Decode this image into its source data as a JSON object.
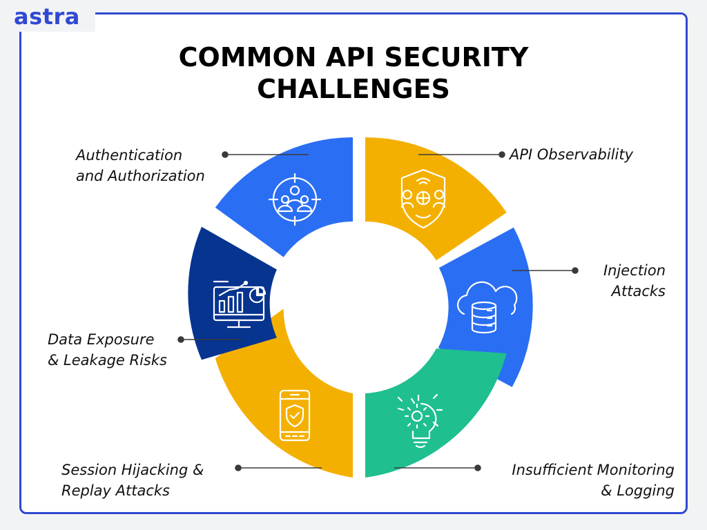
{
  "brand": {
    "logo_text": "astra",
    "accent": "#2f49d1"
  },
  "title": {
    "line1": "COMMON API SECURITY",
    "line2": "CHALLENGES"
  },
  "segments": [
    {
      "id": "auth",
      "line1": "Authentication",
      "line2": "and Authorization",
      "color": "#2a6ef3",
      "icon": "users-target-icon"
    },
    {
      "id": "observability",
      "line1": "API Observability",
      "line2": "",
      "color": "#f4b000",
      "icon": "shield-network-icon"
    },
    {
      "id": "injection",
      "line1": "Injection",
      "line2": "Attacks",
      "color": "#2a6ef3",
      "icon": "cloud-database-icon"
    },
    {
      "id": "monitoring",
      "line1": "Insufficient Monitoring",
      "line2": "& Logging",
      "color": "#1fbf90",
      "icon": "lightbulb-gear-icon"
    },
    {
      "id": "session",
      "line1": "Session Hijacking &",
      "line2": "Replay Attacks",
      "color": "#f4b000",
      "icon": "phone-shield-icon"
    },
    {
      "id": "data",
      "line1": "Data Exposure",
      "line2": "& Leakage Risks",
      "color": "#06348f",
      "icon": "monitor-analytics-icon"
    }
  ]
}
